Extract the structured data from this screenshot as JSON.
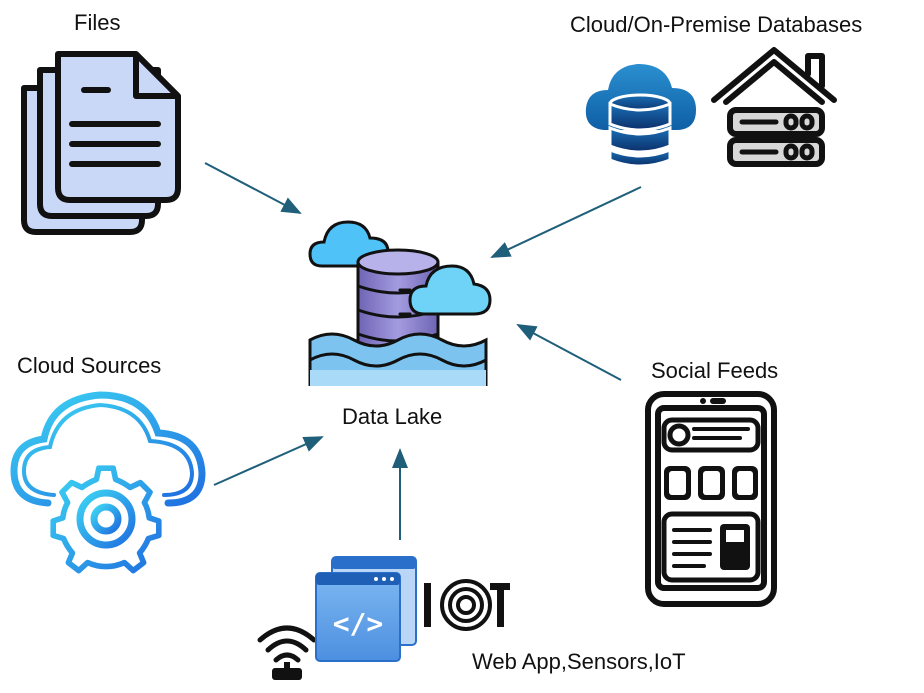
{
  "labels": {
    "files": "Files",
    "databases": "Cloud/On-Premise Databases",
    "cloud_sources": "Cloud Sources",
    "social_feeds": "Social Feeds",
    "data_lake": "Data Lake",
    "web_app": "Web App,Sensors,IoT"
  },
  "icons": {
    "files": "files-icon",
    "cloud_database": "cloud-database-icon",
    "on_premise_server": "on-premise-server-icon",
    "data_lake": "data-lake-icon",
    "cloud_settings": "cloud-settings-icon",
    "mobile_feed": "mobile-feed-icon",
    "web_app": "web-app-code-icon",
    "wifi_sensor": "wifi-sensor-icon",
    "iot": "iot-icon"
  },
  "iot_text": "IOT",
  "code_text": "</>",
  "colors": {
    "arrow": "#1f5f7a",
    "cloud_blue": "#4fc3f7",
    "db_purple": "#8a80c8",
    "file_fill": "#c9d8f6",
    "water": "#7cc4ef"
  }
}
